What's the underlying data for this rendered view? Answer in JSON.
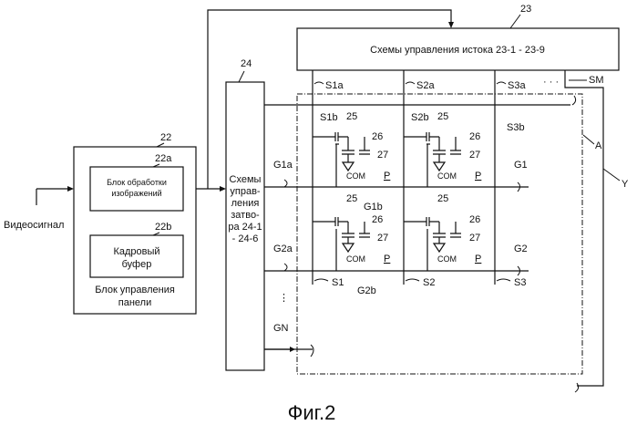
{
  "source_block": {
    "label": "Схемы управления истока 23-1 - 23-9",
    "ref": "23"
  },
  "gate_block": {
    "lines": [
      "Схемы",
      "управ-",
      "ления",
      "затво-",
      "ра 24-1",
      "- 24-6"
    ],
    "ref": "24"
  },
  "panel_block": {
    "ref": "22",
    "image_proc": {
      "lines": [
        "Блок обработки",
        "изображений"
      ],
      "ref": "22a"
    },
    "frame_buffer": {
      "lines": [
        "Кадровый",
        "буфер"
      ],
      "ref": "22b"
    },
    "label_lines": [
      "Блок управления",
      "панели"
    ]
  },
  "input_label": "Видеосигнал",
  "refs": {
    "transistor": "25",
    "capacitor": "26",
    "ground": "27",
    "com": "COM",
    "pixel": "P",
    "area": "A",
    "loop": "Y",
    "sm": "SM",
    "dots_h": "· · ·",
    "dots_v": "⋮"
  },
  "source_lines": {
    "top": [
      "S1a",
      "S2a",
      "S3a"
    ],
    "bottom": [
      "S1",
      "S2",
      "S3"
    ],
    "branch": [
      "S1b",
      "S2b",
      "S3b"
    ]
  },
  "gate_lines": {
    "left": [
      "G1a",
      "G2a",
      "GN"
    ],
    "right": [
      "G1",
      "G2"
    ],
    "mid": [
      "G1b",
      "G2b"
    ]
  },
  "caption": "Фиг.2"
}
